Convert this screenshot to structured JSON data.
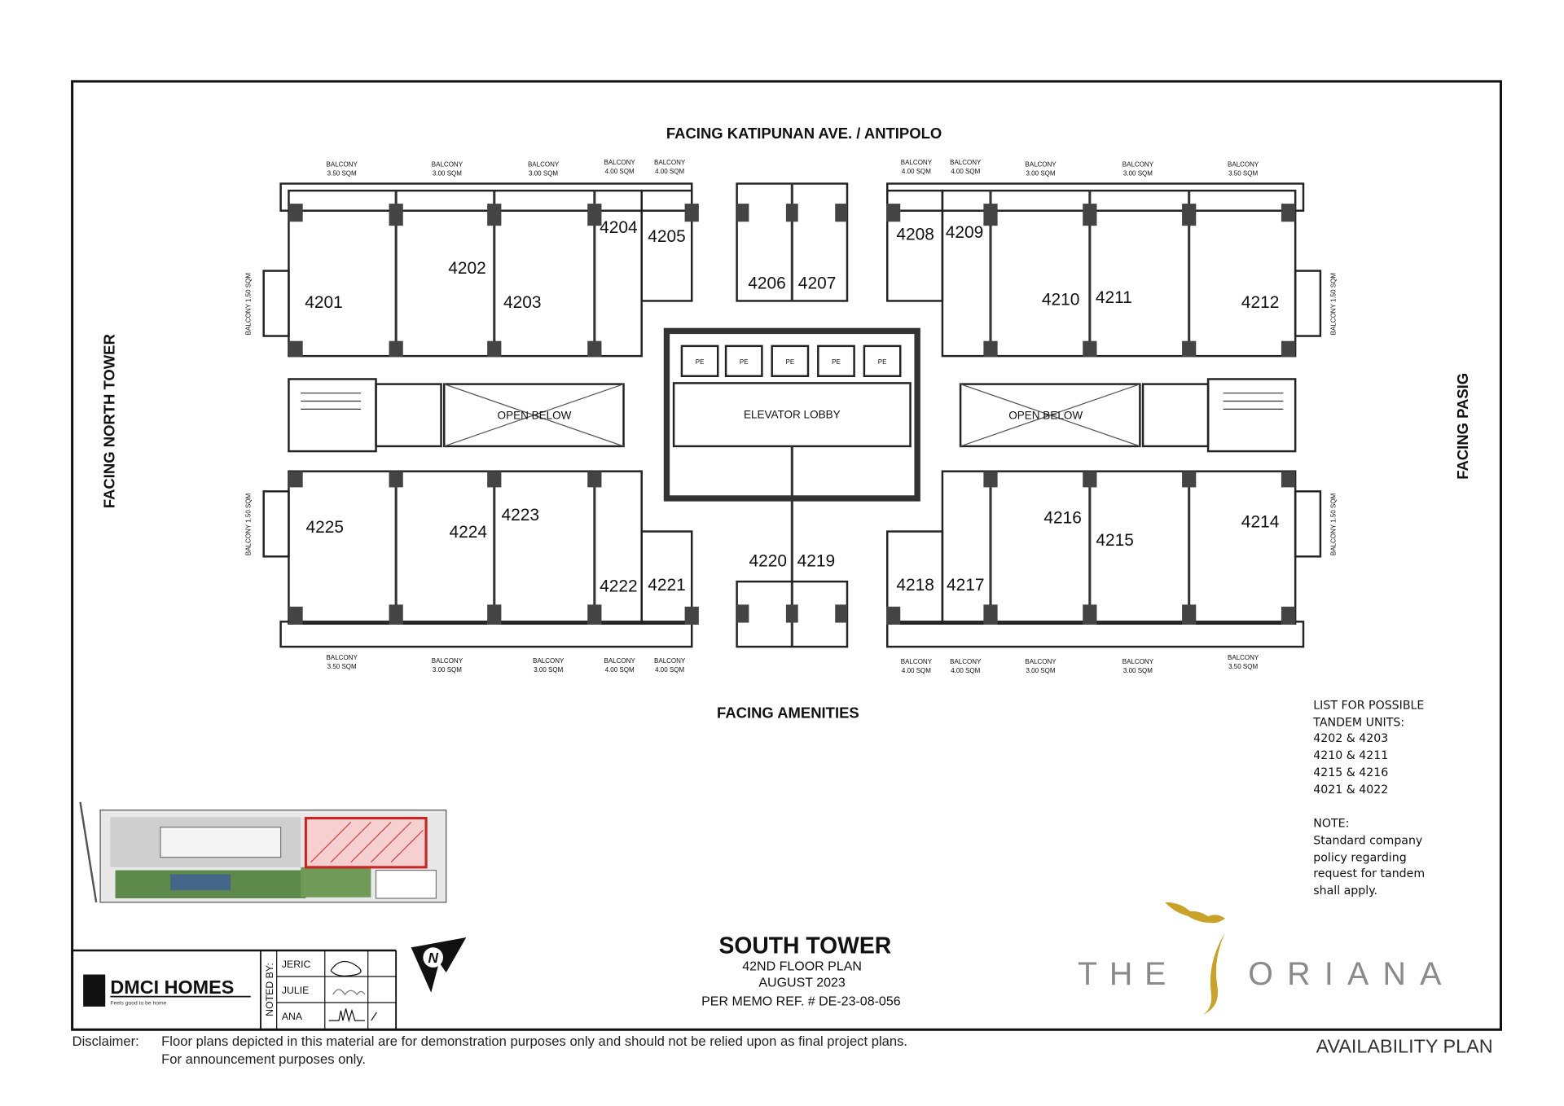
{
  "headings": {
    "top": "FACING KATIPUNAN AVE. / ANTIPOLO",
    "bottom": "FACING AMENITIES",
    "left": "FACING NORTH TOWER",
    "right": "FACING PASIG"
  },
  "balcony_word": "BALCONY",
  "balconies_top": [
    "3.50 SQM",
    "3.00 SQM",
    "3.00 SQM",
    "4.00 SQM",
    "4.00 SQM",
    "4.00 SQM",
    "4.00 SQM",
    "3.00 SQM",
    "3.00 SQM",
    "3.50 SQM"
  ],
  "balconies_bottom": [
    "3.50 SQM",
    "3.00 SQM",
    "3.00 SQM",
    "4.00 SQM",
    "4.00 SQM",
    "4.00 SQM",
    "4.00 SQM",
    "3.00 SQM",
    "3.00 SQM",
    "3.50 SQM"
  ],
  "balconies_side": "BALCONY 1.50 SQM",
  "units_top": [
    "4201",
    "4202",
    "4203",
    "4204",
    "4205",
    "4206",
    "4207",
    "4208",
    "4209",
    "4210",
    "4211",
    "4212"
  ],
  "units_bottom": [
    "4225",
    "4224",
    "4223",
    "4222",
    "4221",
    "4220",
    "4219",
    "4218",
    "4217",
    "4216",
    "4215",
    "4214"
  ],
  "core": {
    "open_below": "OPEN BELOW",
    "elevator_lobby": "ELEVATOR LOBBY",
    "elevator_tag": "PE"
  },
  "tandem": {
    "title1": "LIST FOR POSSIBLE",
    "title2": "TANDEM UNITS:",
    "pairs": [
      "4202 & 4203",
      "4210 & 4211",
      "4215 & 4216",
      "4021 & 4022"
    ],
    "note_title": "NOTE:",
    "note_lines": [
      "Standard company",
      "policy regarding",
      "request for tandem",
      "shall apply."
    ]
  },
  "title_block": {
    "tower": "SOUTH TOWER",
    "floor": "42ND FLOOR PLAN",
    "date": "AUGUST 2023",
    "memo": "PER MEMO REF. # DE-23-08-056"
  },
  "company": {
    "name": "DMCI HOMES",
    "tagline": "Feels good to be home"
  },
  "noted_by": {
    "label": "NOTED BY:",
    "names": [
      "JERIC",
      "JULIE",
      "ANA"
    ]
  },
  "brand": {
    "the": "THE",
    "name": "ORIANA",
    "gold": "#c9a227",
    "gray": "#8a8a8a"
  },
  "availability": "AVAILABILITY PLAN",
  "disclaimer": {
    "label": "Disclaimer:",
    "line1": "Floor plans depicted in this material are for demonstration purposes only and should not be relied upon as final project plans.",
    "line2": "For announcement purposes only."
  }
}
